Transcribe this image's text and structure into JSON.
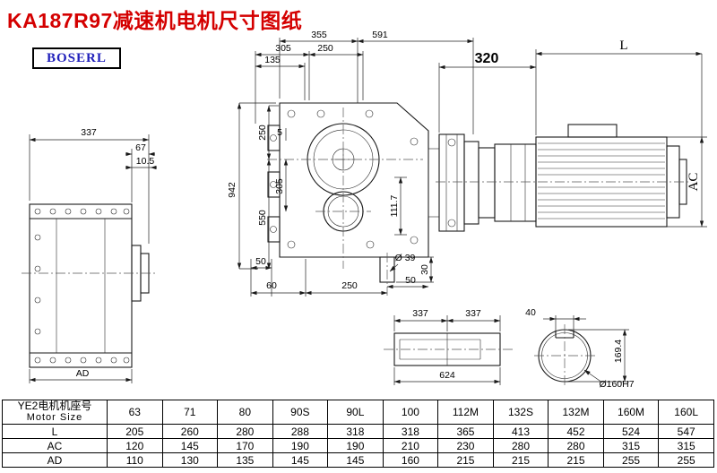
{
  "title": "KA187R97减速机电机尺寸图纸",
  "brand": "BOSERL",
  "colors": {
    "title_red": "#d40000",
    "brand_blue": "#2020bb"
  },
  "dims": {
    "top_355": "355",
    "top_591": "591",
    "top_305": "305",
    "top_250": "250",
    "top_135": "135",
    "left_942": "942",
    "left_250": "250",
    "left_5": "5",
    "left_305": "305",
    "left_550": "550",
    "right_111_7": "111.7",
    "bot_50_left": "50",
    "bot_60": "60",
    "bot_250": "250",
    "shaft_dia": "Ø 39",
    "bot_30": "30",
    "bot_50_right": "50",
    "motor_320": "320",
    "motor_len": "L",
    "motor_ac": "AC",
    "side_337": "337",
    "side_67": "67",
    "side_10_5": "10.5",
    "side_ad": "AD",
    "shaft_337_a": "337",
    "shaft_337_b": "337",
    "key_40": "40",
    "shaft_624": "624",
    "circle_169_4": "169.4",
    "circle_dia": "Ø160H7"
  },
  "table": {
    "header_cn": "YE2电机机座号",
    "header_en": "Motor Size",
    "sizes": [
      "63",
      "71",
      "80",
      "90S",
      "90L",
      "100",
      "112M",
      "132S",
      "132M",
      "160M",
      "160L"
    ],
    "rows": [
      {
        "label": "L",
        "values": [
          "205",
          "260",
          "280",
          "288",
          "318",
          "318",
          "365",
          "413",
          "452",
          "524",
          "547"
        ]
      },
      {
        "label": "AC",
        "values": [
          "120",
          "145",
          "170",
          "190",
          "190",
          "210",
          "230",
          "280",
          "280",
          "315",
          "315"
        ]
      },
      {
        "label": "AD",
        "values": [
          "110",
          "130",
          "135",
          "145",
          "145",
          "160",
          "215",
          "215",
          "215",
          "255",
          "255"
        ]
      }
    ]
  }
}
